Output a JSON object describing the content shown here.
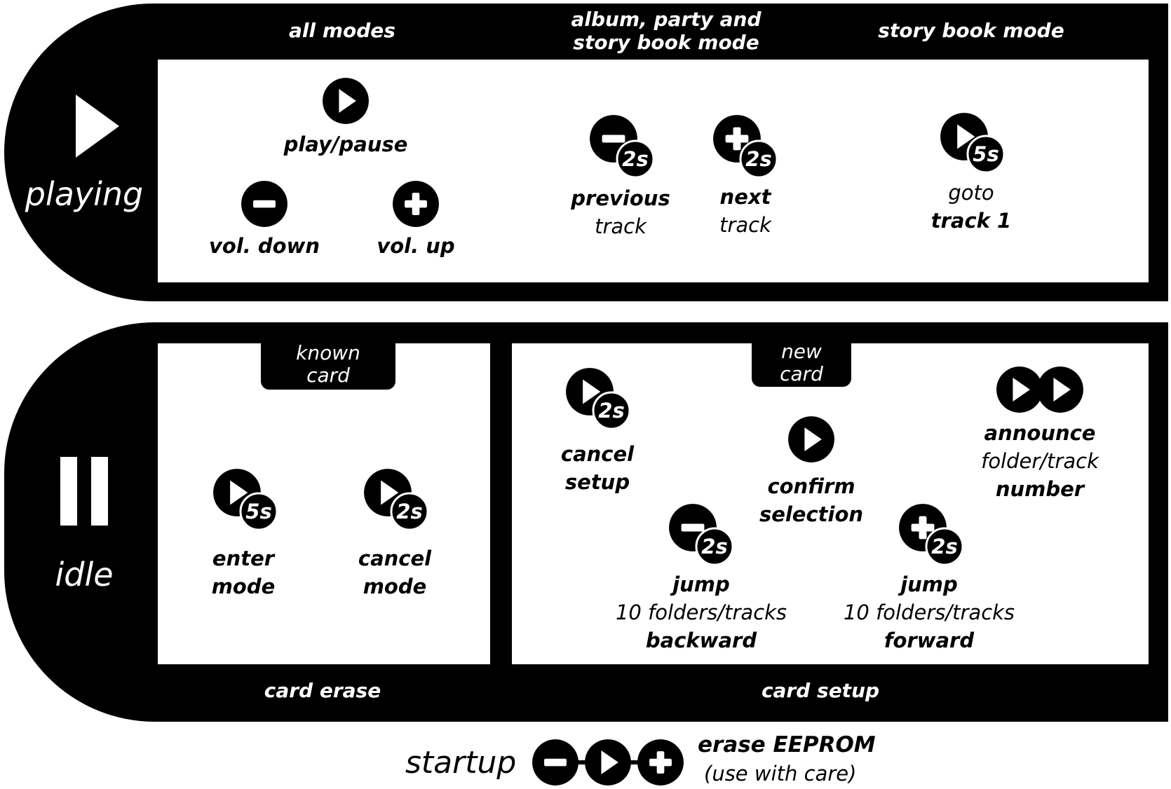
{
  "playing": {
    "name": "playing",
    "headers": {
      "all_modes": "all modes",
      "album_line1": "album, party and",
      "album_line2": "story book mode",
      "story": "story book mode"
    },
    "items": {
      "play_pause": "play/pause",
      "vol_down": "vol. down",
      "vol_up": "vol. up",
      "prev_b": "previous",
      "prev_n": "track",
      "next_b": "next",
      "next_n": "track",
      "goto_n": "goto",
      "goto_b": "track 1"
    }
  },
  "idle": {
    "name": "idle",
    "known_card_l1": "known",
    "known_card_l2": "card",
    "new_card_l1": "new",
    "new_card_l2": "card",
    "card_erase": "card erase",
    "card_setup": "card setup",
    "items": {
      "enter_b1": "enter",
      "enter_b2": "mode",
      "cancel_mode_b1": "cancel",
      "cancel_mode_b2": "mode",
      "cancel_setup_b1": "cancel",
      "cancel_setup_b2": "setup",
      "confirm_b1": "confirm",
      "confirm_b2": "selection",
      "announce_b": "announce",
      "announce_n": "folder/track",
      "announce_b2": "number",
      "jump_back_b": "jump",
      "jump_back_n": "10 folders/tracks",
      "jump_back_b2": "backward",
      "jump_fwd_b": "jump",
      "jump_fwd_n": "10 folders/tracks",
      "jump_fwd_b2": "forward"
    }
  },
  "badges": {
    "two": "2s",
    "five": "5s"
  },
  "startup": {
    "label": "startup",
    "action": "erase EEPROM",
    "note": "(use with care)"
  },
  "colors": {
    "ink": "#000000",
    "paper": "#ffffff"
  }
}
